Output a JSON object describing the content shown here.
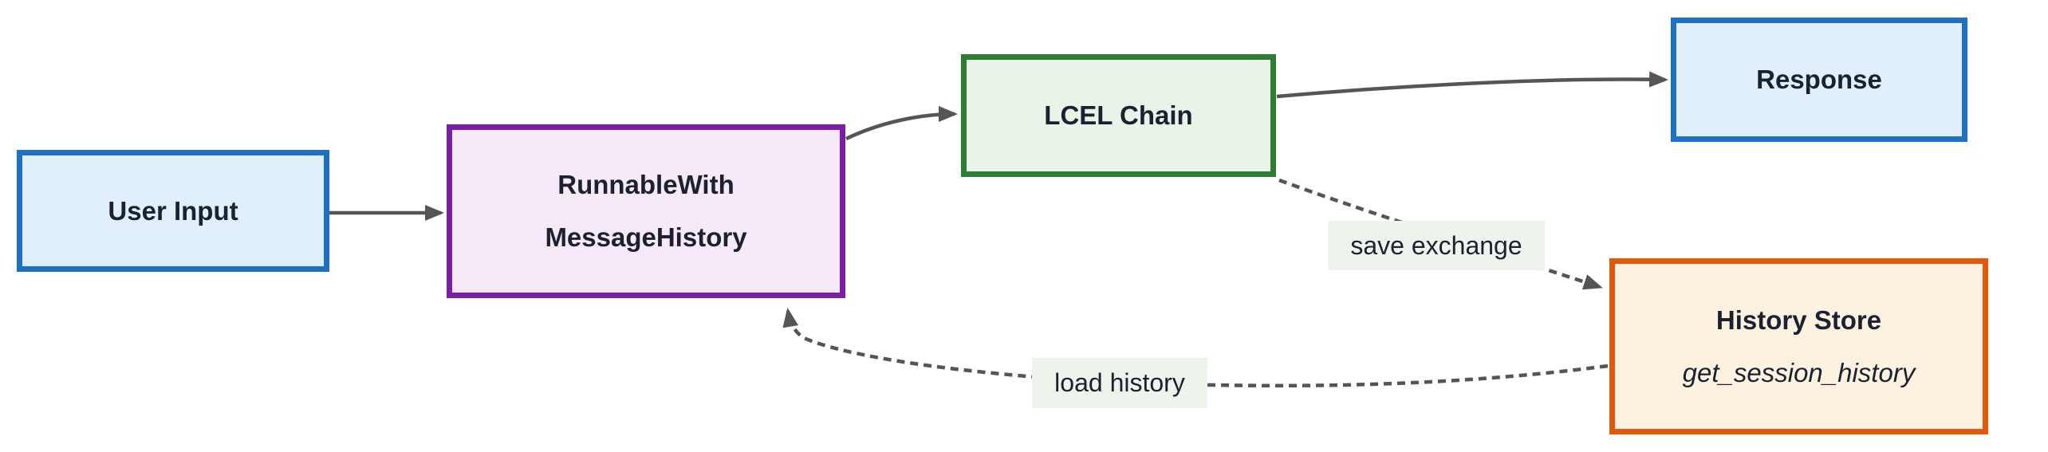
{
  "diagram": {
    "type": "flowchart",
    "direction": "left-to-right",
    "background": "#ffffff",
    "nodes": [
      {
        "id": "user-input",
        "label": "User Input",
        "fill": "#e1effa",
        "border": "#1d70c2"
      },
      {
        "id": "runnable-with-message-history",
        "label_line1": "RunnableWith",
        "label_line2": "MessageHistory",
        "fill": "#f6e9f8",
        "border": "#7a1fa2"
      },
      {
        "id": "lcel-chain",
        "label": "LCEL Chain",
        "fill": "#e9f4e9",
        "border": "#2d7d33"
      },
      {
        "id": "response",
        "label": "Response",
        "fill": "#e1effa",
        "border": "#1d70c2"
      },
      {
        "id": "history-store",
        "title": "History Store",
        "subtitle": "get_session_history",
        "fill": "#fdf2e0",
        "border": "#e2590c"
      }
    ],
    "edges": [
      {
        "from": "user-input",
        "to": "runnable-with-message-history",
        "style": "solid",
        "label": ""
      },
      {
        "from": "runnable-with-message-history",
        "to": "lcel-chain",
        "style": "solid",
        "label": ""
      },
      {
        "from": "lcel-chain",
        "to": "response",
        "style": "solid",
        "label": ""
      },
      {
        "from": "lcel-chain",
        "to": "history-store",
        "style": "dotted",
        "label": "save exchange"
      },
      {
        "from": "history-store",
        "to": "runnable-with-message-history",
        "style": "dotted",
        "label": "load history"
      }
    ],
    "colors": {
      "edge": "#555555",
      "edge_label_background": "#eef4ec",
      "text": "#1c2132",
      "background": "#ffffff"
    }
  }
}
